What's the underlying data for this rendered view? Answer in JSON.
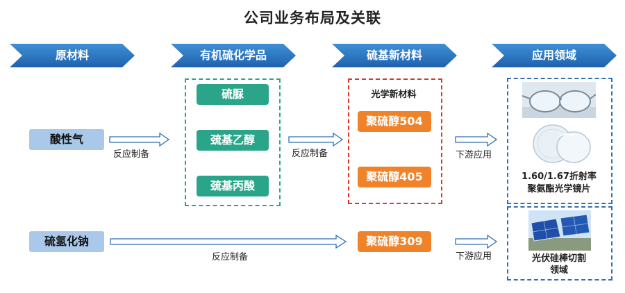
{
  "title": "公司业务布局及关联",
  "headers": {
    "raw": "原材料",
    "organic": "有机硫化学品",
    "sulfur": "硫基新材料",
    "application": "应用领域"
  },
  "raw_materials": [
    "酸性气",
    "硫氢化钠"
  ],
  "organic_chemicals": [
    "硫脲",
    "巯基乙醇",
    "巯基丙酸"
  ],
  "sulfur_materials": {
    "group_label": "光学新材料",
    "items": [
      "聚硫醇504",
      "聚硫醇405"
    ],
    "standalone": "聚硫醇309"
  },
  "arrows": {
    "prep1": "反应制备",
    "prep2": "反应制备",
    "prep3": "反应制备",
    "down1": "下游应用",
    "down2": "下游应用"
  },
  "applications": {
    "lens": {
      "caption_line1": "1.60/1.67折射率",
      "caption_line2": "聚氨酯光学镜片",
      "icon": "glasses-lens-photo"
    },
    "solar": {
      "caption_line1": "光伏硅棒切割",
      "caption_line2": "领域",
      "icon": "solar-panel-photo"
    }
  },
  "colors": {
    "banner": "#1f62ad",
    "raw": "#a9c8ea",
    "green": "#2aa58a",
    "orange": "#f0832a",
    "red_dash": "#d9392b",
    "blue_dash": "#2f6fb5"
  }
}
